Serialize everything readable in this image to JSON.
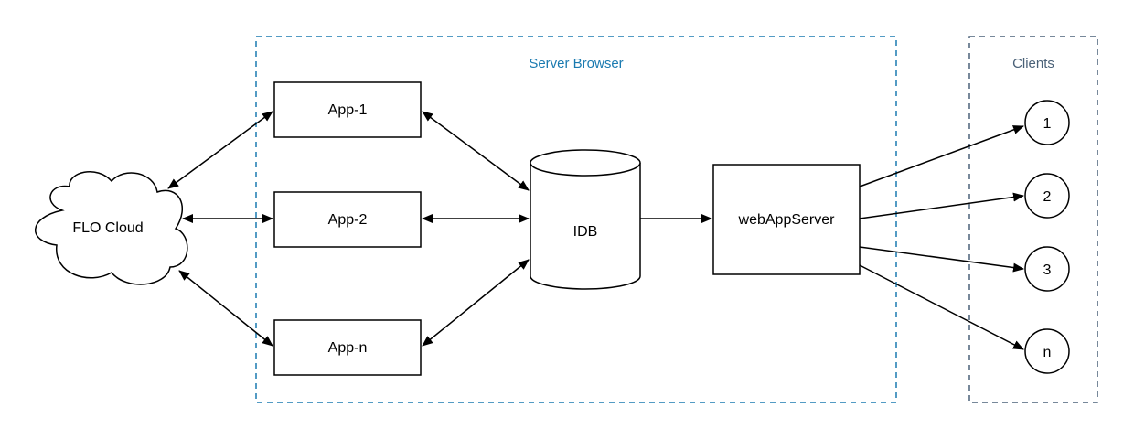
{
  "groups": {
    "server_browser": {
      "label": "Server Browser",
      "color": "#1a7ab0"
    },
    "clients": {
      "label": "Clients",
      "color": "#4a6178"
    }
  },
  "nodes": {
    "flo_cloud": "FLO Cloud",
    "app1": "App-1",
    "app2": "App-2",
    "appn": "App-n",
    "idb": "IDB",
    "webappserver": "webAppServer",
    "client1": "1",
    "client2": "2",
    "client3": "3",
    "clientn": "n"
  },
  "colors": {
    "stroke": "#000000",
    "background": "#ffffff"
  }
}
